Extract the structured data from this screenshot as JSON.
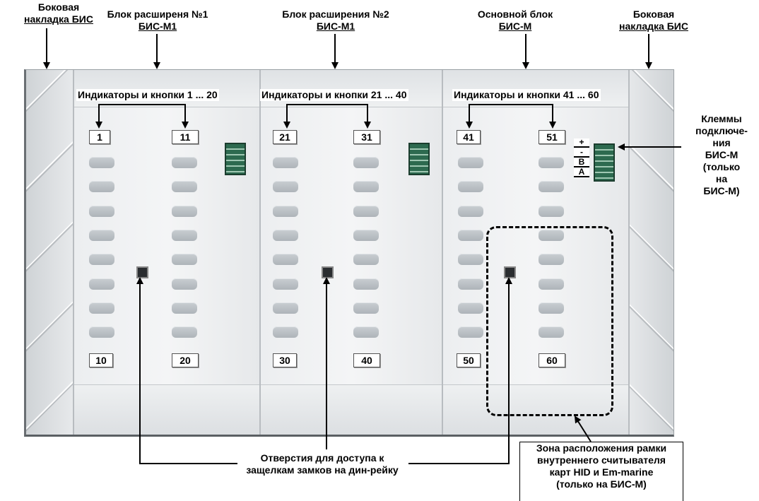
{
  "top_labels": {
    "left_side": [
      "Боковая",
      "накладка БИС"
    ],
    "ext1": [
      "Блок расширеня №1",
      "БИС-М1"
    ],
    "ext2": [
      "Блок расширения №2",
      "БИС-М1"
    ],
    "main": [
      "Основной блок",
      "БИС-М"
    ],
    "right_side": [
      "Боковая",
      "накладка БИС"
    ]
  },
  "indicator_headers": [
    "Индикаторы и кнопки 1 ... 20",
    "Индикаторы и кнопки 21 ... 40",
    "Индикаторы и кнопки 41 ... 60"
  ],
  "module_numbers": [
    {
      "top_left": "1",
      "top_right": "11",
      "bottom_left": "10",
      "bottom_right": "20"
    },
    {
      "top_left": "21",
      "top_right": "31",
      "bottom_left": "30",
      "bottom_right": "40"
    },
    {
      "top_left": "41",
      "top_right": "51",
      "bottom_left": "50",
      "bottom_right": "60"
    }
  ],
  "terminal_marks": [
    "+",
    "-",
    "B",
    "A"
  ],
  "terminals_label": [
    "Клеммы",
    "подключе-",
    "ния",
    "БИС-М",
    "(только",
    "на",
    "БИС-М)"
  ],
  "holes_label": [
    "Отверстия для доступа к",
    "защелкам замков на дин-рейку"
  ],
  "reader_label": [
    "Зона расположения рамки",
    "внутреннего считывателя",
    "карт HID и Em-marine",
    "(только на БИС-М)"
  ]
}
